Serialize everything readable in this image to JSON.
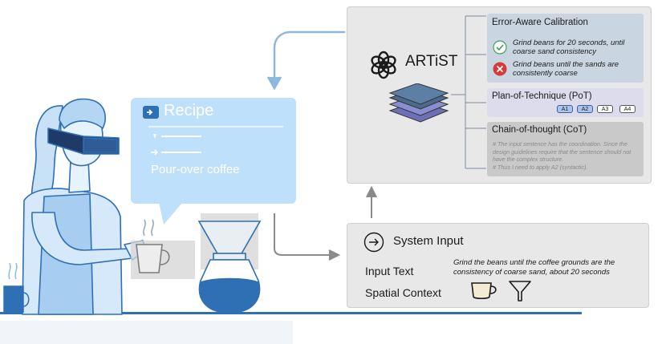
{
  "recipe": {
    "title": "Recipe",
    "subtitle": "Pour-over coffee"
  },
  "artist": {
    "name": "ARTiST"
  },
  "calibration": {
    "title": "Error-Aware Calibration",
    "good": "Grind beans for 20 seconds, until coarse sand consistency",
    "bad": "Grind beans until the sands are consistently coarse"
  },
  "pot": {
    "title": "Plan-of-Technique (PoT)",
    "chips": [
      "A1",
      "A2",
      "A3",
      "A4"
    ],
    "selected": [
      "A1",
      "A2"
    ]
  },
  "cot": {
    "title": "Chain-of-thought (CoT)",
    "line1": "# The input sentence has the coordination. Since the design guidelines require that the sentence should not have the complex structure.",
    "line2": "# Thus I need to apply A2 (syntactic)."
  },
  "system_input": {
    "title": "System Input",
    "input_label": "Input Text",
    "input_text": "Grind the beans until the coffee grounds are the consistency of coarse sand, about 20 seconds",
    "spatial_label": "Spatial Context"
  },
  "colors": {
    "accent_blue": "#bfe0fa",
    "illustration_blue": "#2f6fb3",
    "panel_grey": "#e8e8e8"
  }
}
